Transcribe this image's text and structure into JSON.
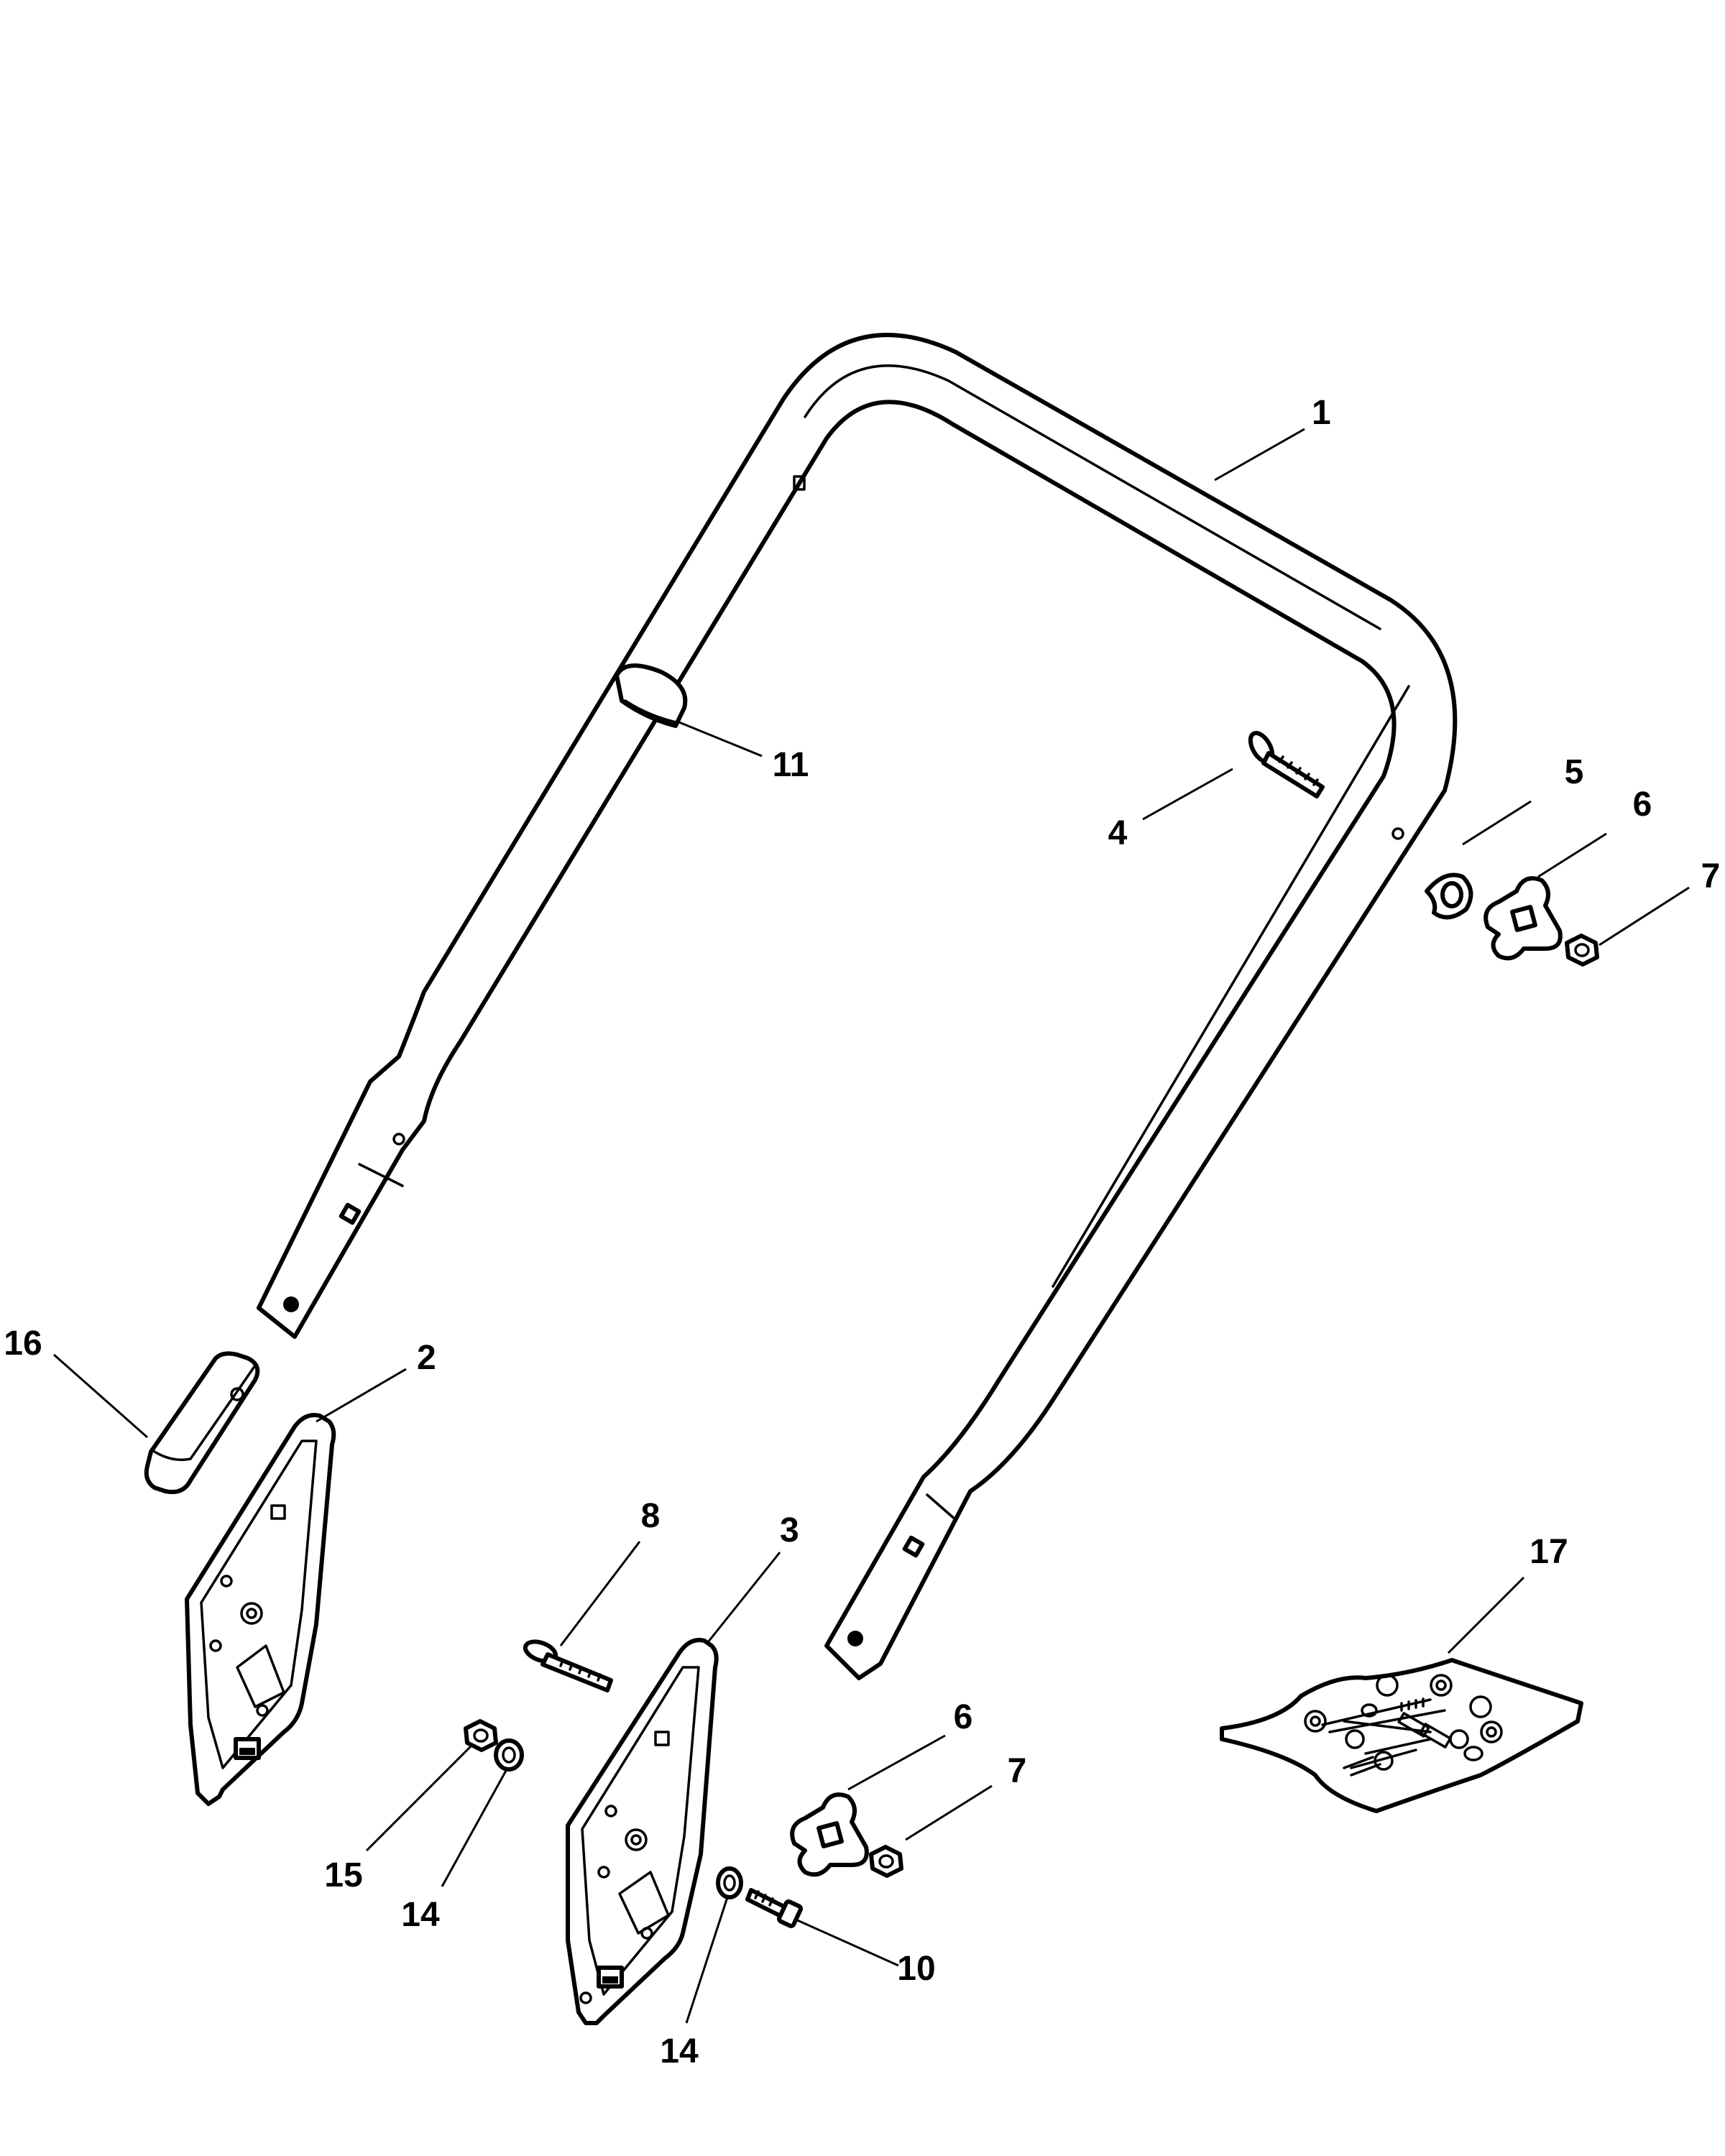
{
  "callouts": [
    {
      "id": "c1",
      "label": "1"
    },
    {
      "id": "c2",
      "label": "2"
    },
    {
      "id": "c3",
      "label": "3"
    },
    {
      "id": "c4",
      "label": "4"
    },
    {
      "id": "c5",
      "label": "5"
    },
    {
      "id": "c6a",
      "label": "6"
    },
    {
      "id": "c6b",
      "label": "6"
    },
    {
      "id": "c7a",
      "label": "7"
    },
    {
      "id": "c7b",
      "label": "7"
    },
    {
      "id": "c8",
      "label": "8"
    },
    {
      "id": "c10",
      "label": "10"
    },
    {
      "id": "c11",
      "label": "11"
    },
    {
      "id": "c14a",
      "label": "14"
    },
    {
      "id": "c14b",
      "label": "14"
    },
    {
      "id": "c15",
      "label": "15"
    },
    {
      "id": "c16",
      "label": "16"
    },
    {
      "id": "c17",
      "label": "17"
    }
  ]
}
